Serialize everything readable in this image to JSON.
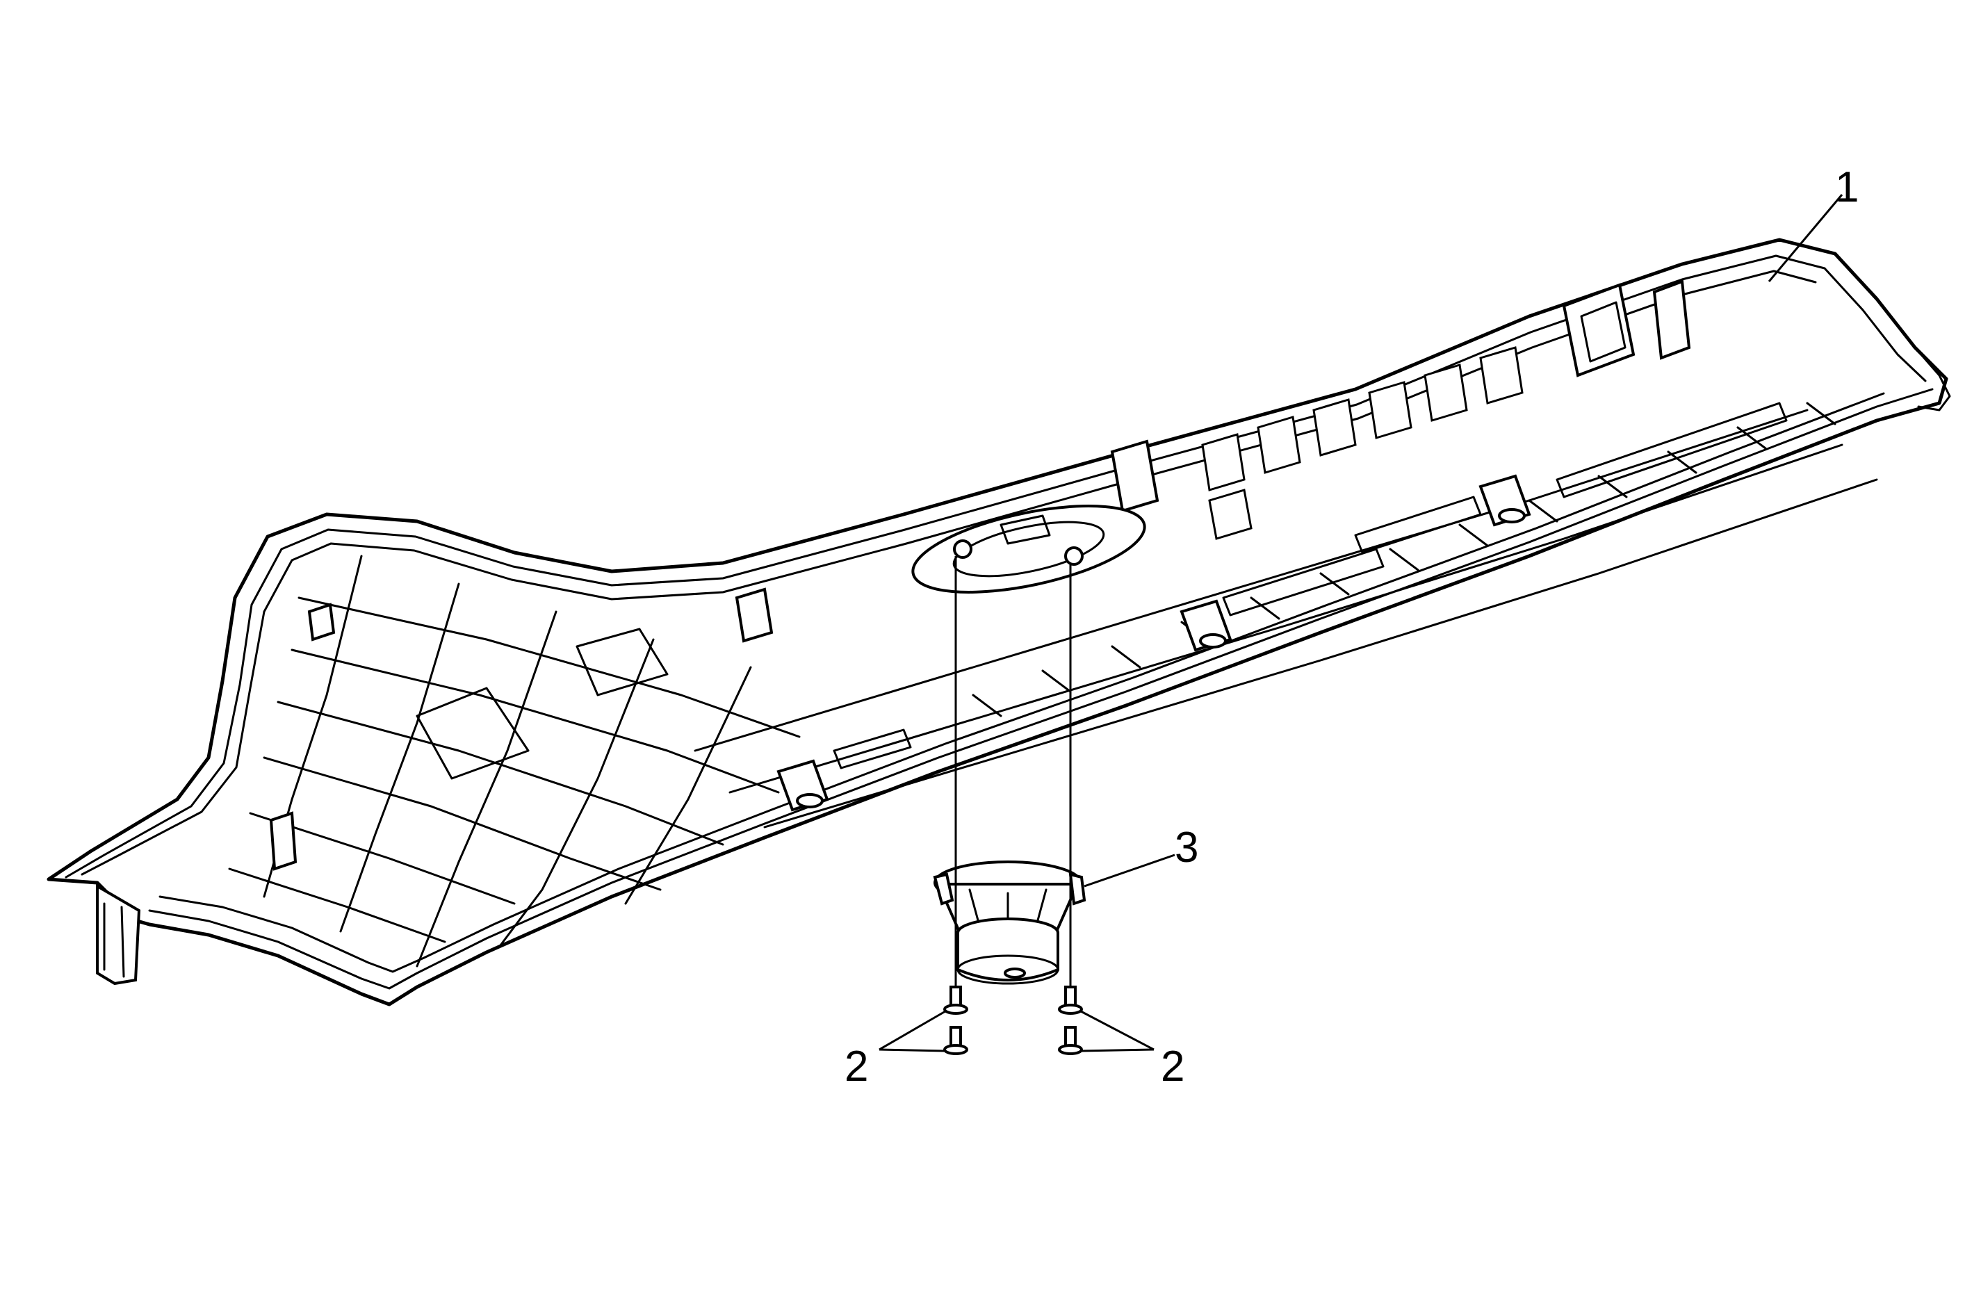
{
  "diagram": {
    "colors": {
      "line": "#000000",
      "background": "#ffffff"
    },
    "callouts": {
      "panel": "1",
      "fastener_left": "2",
      "fastener_right": "2",
      "speaker": "3"
    }
  }
}
